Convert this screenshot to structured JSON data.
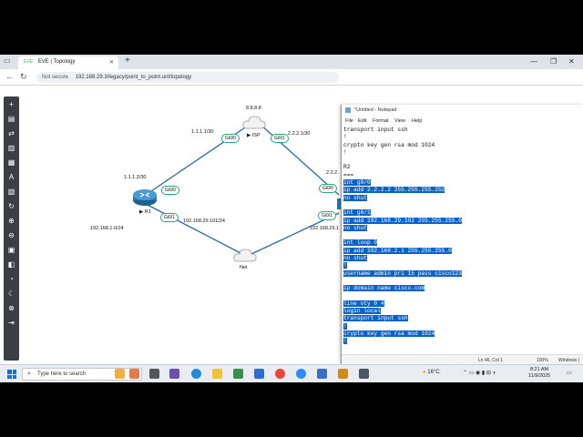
{
  "browser": {
    "tab_title": "EVE | Topology",
    "tab_favicon_text": "EVE",
    "url_security": "Not secure",
    "url": "192.168.29.3/legacy/point_to_point.unl/topology"
  },
  "topology": {
    "nodes": {
      "r1": "R1",
      "isp": "ISP",
      "net": "Net"
    },
    "labels": {
      "r1_wan_ip": "1.1.1.2/30",
      "isp_r1_ip": "1.1.1.1/30",
      "isp_loop": "8.8.8.8",
      "isp_r2_ip": "2.2.2.1/30",
      "r2_wan_ip": "2.2.2.",
      "r1_lan_ip": "192.168.1.0/24",
      "r1_net_ip": "192.168.29.101/24",
      "r2_net_ip": "192.168.29.1"
    },
    "ports": {
      "isp_gi00": "Gi0/0",
      "isp_gi01": "Gi0/1",
      "r1_gi00": "Gi0/0",
      "r1_gi01": "Gi0/1",
      "r2_gi00": "Gi0/0",
      "r2_gi01": "Gi0/1"
    }
  },
  "notepad": {
    "title": "*Untitled - Notepad",
    "menu": [
      "File",
      "Edit",
      "Format",
      "View",
      "Help"
    ],
    "lines": [
      {
        "t": "transport input ssh",
        "s": false
      },
      {
        "t": "!",
        "s": false
      },
      {
        "t": "crypto key gen rsa mod 1024",
        "s": false
      },
      {
        "t": "!",
        "s": false
      },
      {
        "t": "",
        "s": false
      },
      {
        "t": "R2",
        "s": false
      },
      {
        "t": "===",
        "s": false
      },
      {
        "t": "int g0/0",
        "s": true
      },
      {
        "t": "ip add 2.2.2.2 255.255.255.252",
        "s": true
      },
      {
        "t": "no shut",
        "s": true
      },
      {
        "t": "",
        "s": false
      },
      {
        "t": "int g0/1",
        "s": true
      },
      {
        "t": "ip add 192.168.29.102 255.255.255.0",
        "s": true
      },
      {
        "t": "no shut",
        "s": true
      },
      {
        "t": "",
        "s": false
      },
      {
        "t": "int loop 0",
        "s": true
      },
      {
        "t": "ip add 192.168.2.1 255.255.255.0",
        "s": true
      },
      {
        "t": "no shut",
        "s": true
      },
      {
        "t": "!",
        "s": true
      },
      {
        "t": "username admin pri 15 pass cisco123",
        "s": true
      },
      {
        "t": "",
        "s": false
      },
      {
        "t": "ip domain name cisco.com",
        "s": true
      },
      {
        "t": "",
        "s": false
      },
      {
        "t": "line vty 0 4",
        "s": true
      },
      {
        "t": "login local",
        "s": true
      },
      {
        "t": "transport input ssh",
        "s": true
      },
      {
        "t": "!",
        "s": true
      },
      {
        "t": "crypto key gen rsa mod 1024",
        "s": true
      },
      {
        "t": "!",
        "s": true
      }
    ],
    "status": {
      "position": "Ln 46, Col 1",
      "zoom": "100%",
      "encoding": "Windows ("
    }
  },
  "taskbar": {
    "search_placeholder": "Type here to search",
    "weather": "16°C",
    "time": "8:21 AM",
    "date": "11/9/2025"
  }
}
